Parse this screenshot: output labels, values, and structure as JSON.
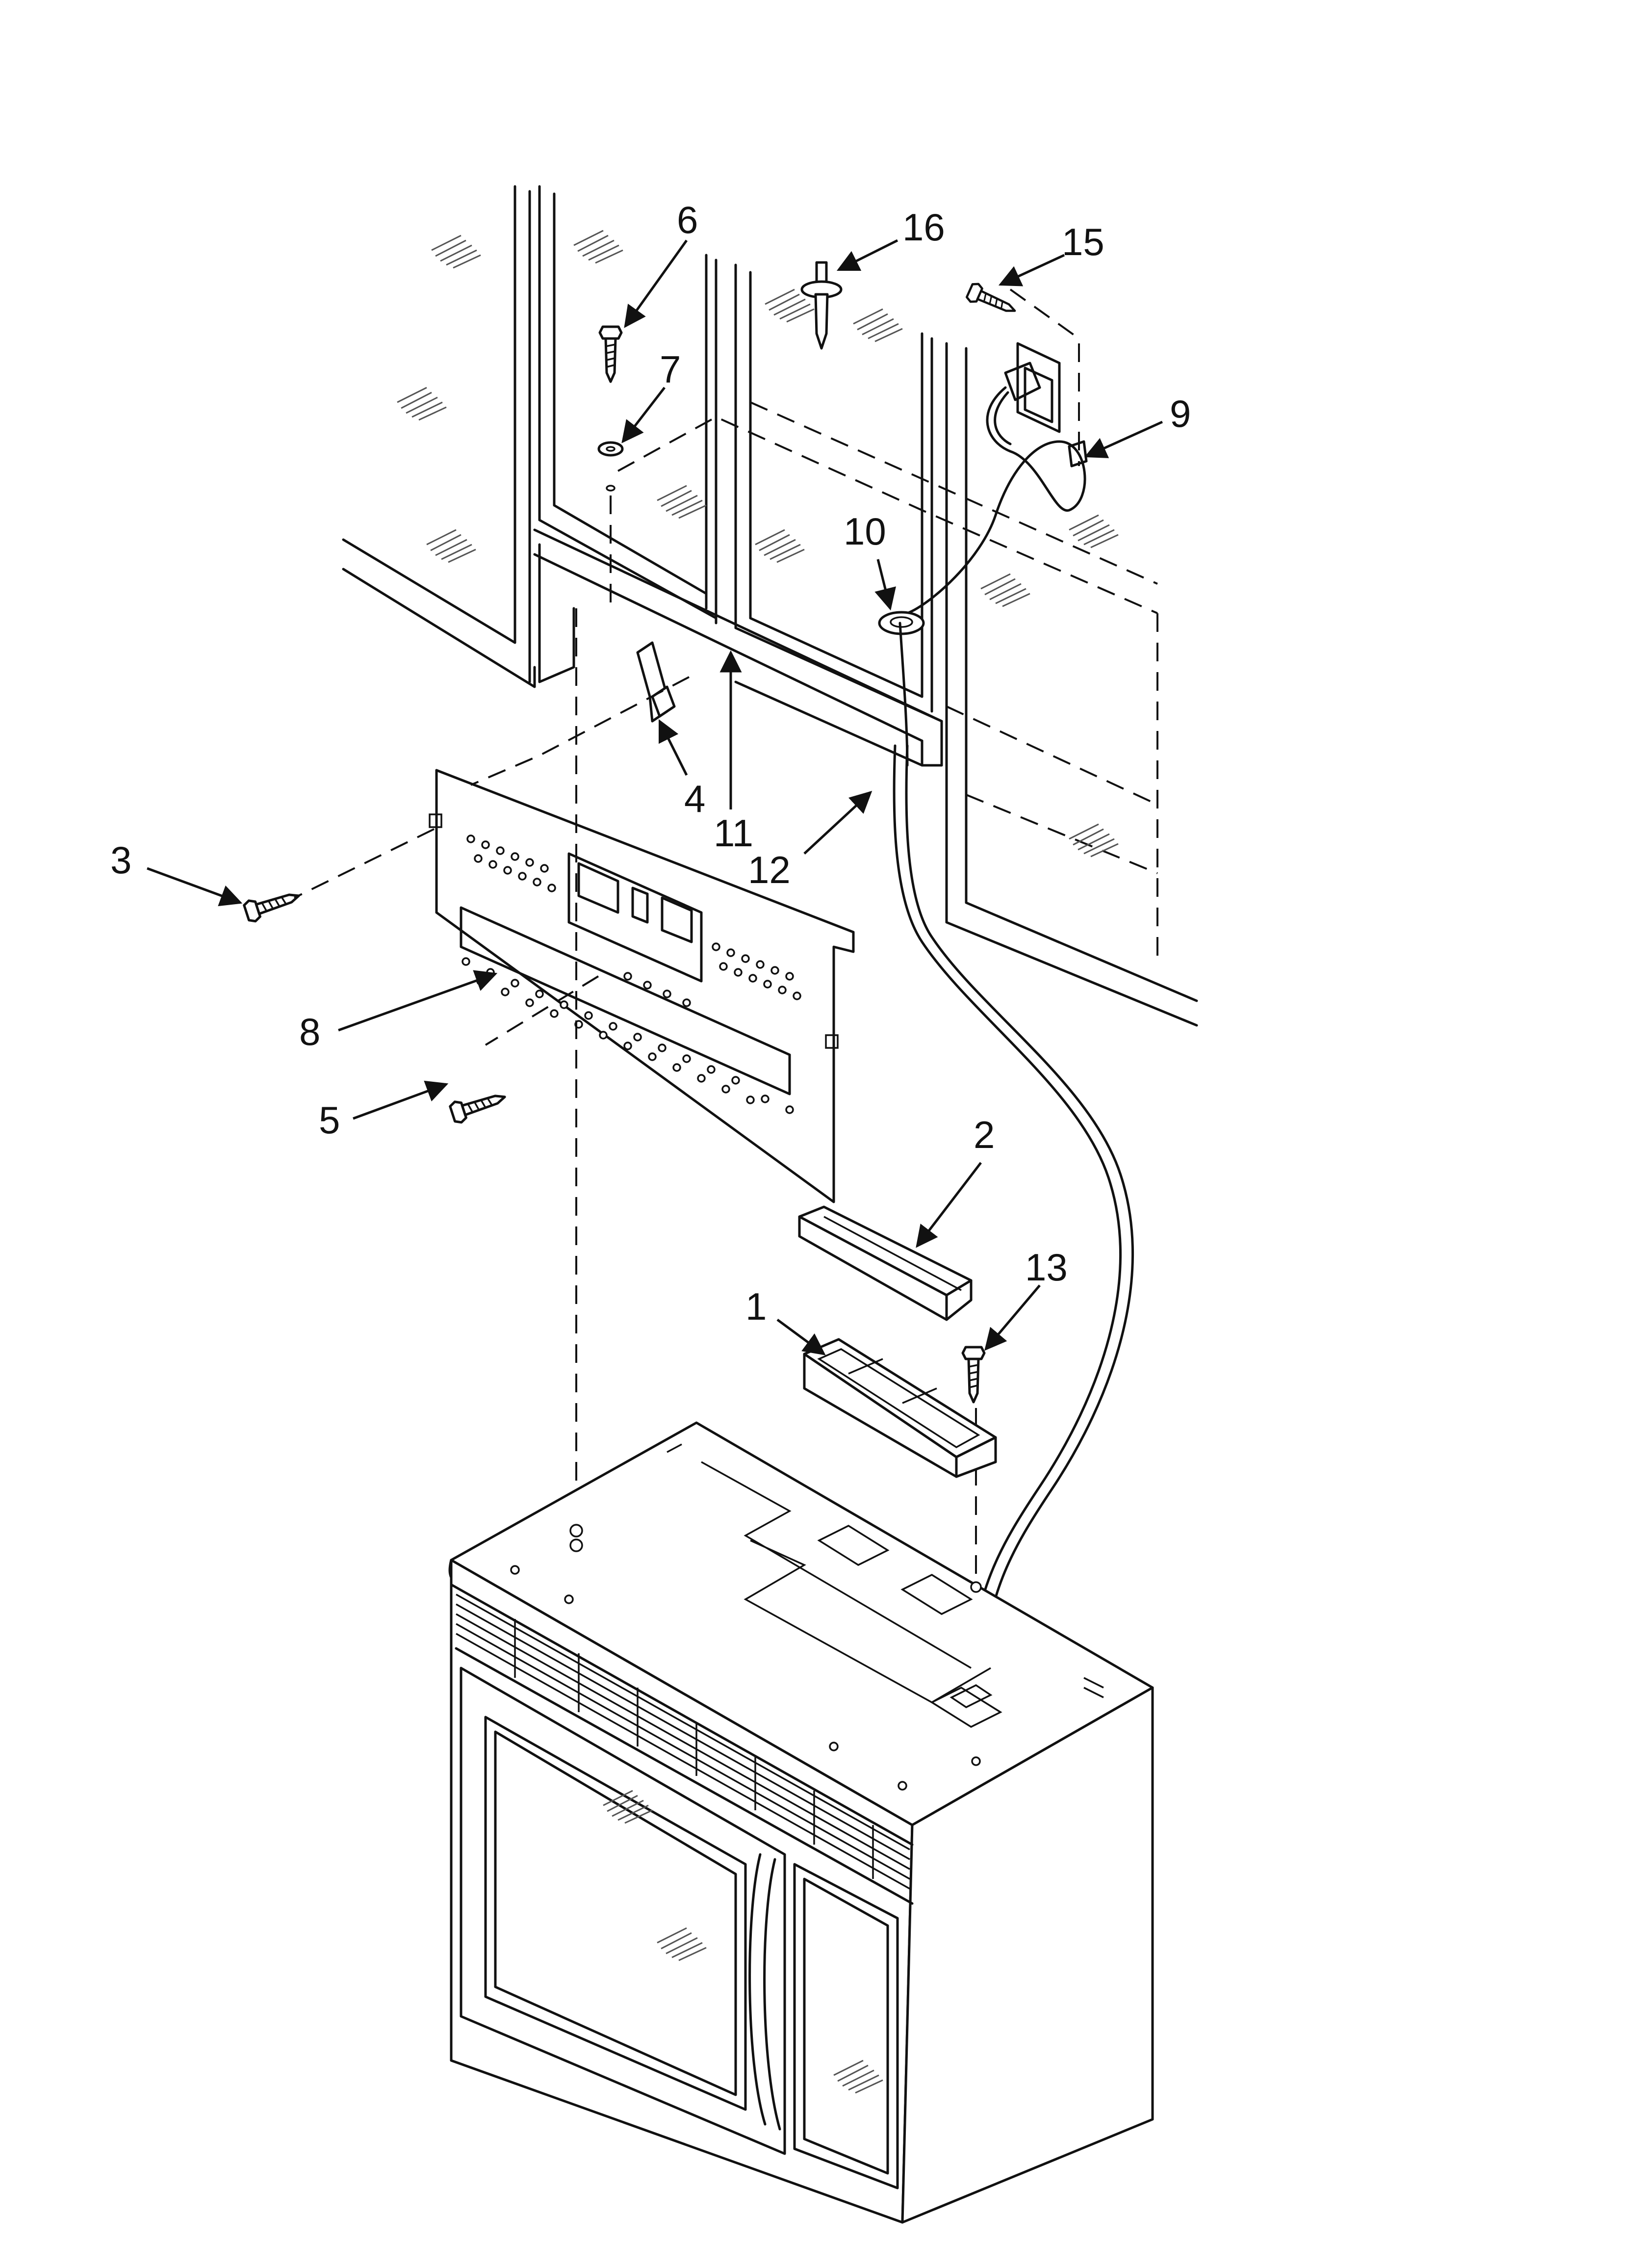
{
  "diagram": {
    "callouts": [
      {
        "id": "1",
        "label": "1"
      },
      {
        "id": "2",
        "label": "2"
      },
      {
        "id": "3",
        "label": "3"
      },
      {
        "id": "4",
        "label": "4"
      },
      {
        "id": "5",
        "label": "5"
      },
      {
        "id": "6",
        "label": "6"
      },
      {
        "id": "7",
        "label": "7"
      },
      {
        "id": "8",
        "label": "8"
      },
      {
        "id": "9",
        "label": "9"
      },
      {
        "id": "10",
        "label": "10"
      },
      {
        "id": "11",
        "label": "11"
      },
      {
        "id": "12",
        "label": "12"
      },
      {
        "id": "13",
        "label": "13"
      },
      {
        "id": "15",
        "label": "15"
      },
      {
        "id": "16",
        "label": "16"
      }
    ],
    "colors": {
      "line": "#111111",
      "background": "#ffffff"
    }
  }
}
